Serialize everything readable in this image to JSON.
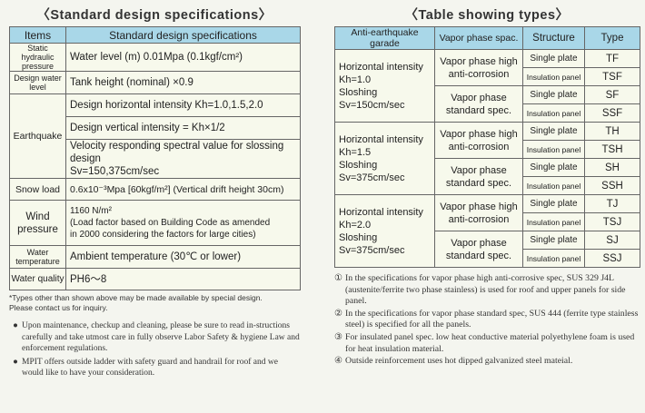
{
  "standard": {
    "title": "〈Standard  design specifications〉",
    "headers": [
      "Items",
      "Standard  design specifications"
    ],
    "rows": {
      "static": {
        "label": "Static hydraulic pressure",
        "value": "Water level (m) 0.01Mpa (0.1kgf/cm²)"
      },
      "level": {
        "label": "Design water level",
        "value": "Tank height (nominal) ×0.9"
      },
      "earthquake": {
        "label": "Earthquake",
        "values": [
          "Design horizontal intensity Kh=1.0,1.5,2.0",
          "Design vertical intensity = Kh×1/2",
          "Velocity responding spectral value for slossing design",
          "Sv=150,375cm/sec"
        ]
      },
      "snow": {
        "label": "Snow load",
        "value": "0.6x10⁻³Mpa [60kgf/m²] (Vertical drift height 30cm)"
      },
      "wind": {
        "label_1": "Wind",
        "label_2": "pressure",
        "lines": [
          "1160 N/m²",
          "(Load factor based on Building Code as amended",
          "in 2000 considering the factors for large cities)"
        ]
      },
      "temp": {
        "label": "Water temperature",
        "value": "Ambient temperature (30℃ or lower)"
      },
      "quality": {
        "label": "Water quality",
        "value": "PH6～8"
      }
    },
    "note_1": "*Types other than shown above may be made available by special design.",
    "note_2": "Please contact us for inquiry.",
    "bullets": [
      "Upon maintenance, checkup and cleaning, please be sure to read in-structions carefully and take utmost care in fully observe Labor Safety & hygiene Law and enforcement regulations.",
      "MPIT offers outside ladder with safety guard and handrail for roof and we would like to have your consideration."
    ]
  },
  "types": {
    "title": "〈Table showing  types〉",
    "headers": [
      "Anti-earthquake garade",
      "Vapor phase spac.",
      "Structure",
      "Type"
    ],
    "groups": [
      {
        "lines": [
          "Horizontal intensity",
          "Kh=1.0",
          "Sloshing",
          "Sv=150cm/sec"
        ],
        "vapors": [
          {
            "l1": "Vapor phase high",
            "l2": "anti-corrosion",
            "types": [
              "TF",
              "TSF"
            ]
          },
          {
            "l1": "Vapor phase",
            "l2": "standard spec.",
            "types": [
              "SF",
              "SSF"
            ]
          }
        ]
      },
      {
        "lines": [
          "Horizontal intensity",
          "Kh=1.5",
          "Sloshing",
          "Sv=375cm/sec"
        ],
        "vapors": [
          {
            "l1": "Vapor phase high",
            "l2": "anti-corrosion",
            "types": [
              "TH",
              "TSH"
            ]
          },
          {
            "l1": "Vapor phase",
            "l2": "standard spec.",
            "types": [
              "SH",
              "SSH"
            ]
          }
        ]
      },
      {
        "lines": [
          "Horizontal intensity",
          "Kh=2.0",
          "Sloshing",
          "Sv=375cm/sec"
        ],
        "vapors": [
          {
            "l1": "Vapor phase high",
            "l2": "anti-corrosion",
            "types": [
              "TJ",
              "TSJ"
            ]
          },
          {
            "l1": "Vapor phase",
            "l2": "standard spec.",
            "types": [
              "SJ",
              "SSJ"
            ]
          }
        ]
      }
    ],
    "structures": [
      "Single plate",
      "Insulation panel"
    ],
    "footnotes": [
      {
        "num": "①",
        "text": "In the specifications for vapor phase high anti-corrosive spec, SUS 329 J4L (austenite/ferrite two phase stainless) is used for roof and upper panels for side panel."
      },
      {
        "num": "②",
        "text": "In the specifications for vapor phase standard spec, SUS 444 (ferrite type stainless steel) is specified for all the panels."
      },
      {
        "num": "③",
        "text": "For insulated panel spec. low heat conductive material polyethylene foam is used for heat insulation material."
      },
      {
        "num": "④",
        "text": "Outside reinforcement uses hot dipped galvanized steel mateial."
      }
    ]
  }
}
